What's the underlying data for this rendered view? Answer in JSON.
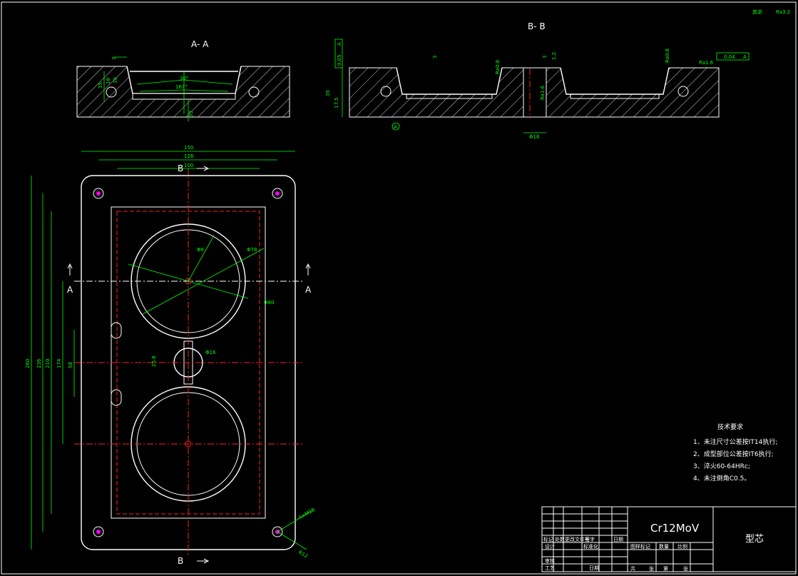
{
  "section_labels": {
    "a_a_title": "A- A",
    "b_b_title": "B- B",
    "a_left": "A",
    "a_right": "A",
    "b_top": "B",
    "b_bottom": "B"
  },
  "roughness": {
    "others_text": "其余",
    "others_value": "Ra3.2",
    "ra0_8_top": "Ra0.8",
    "ra1_6_side": "Ra1.6",
    "ra1_6_right": "Ra1.6",
    "ra0_8_left": "Ra0.8",
    "ra1_6_hole": "Ra1.6"
  },
  "tolerance": {
    "flatness": "0.05",
    "flatness_datum": "A",
    "parallel": "0.04",
    "parallel_datum": "A",
    "datum_label": "A"
  },
  "dims_aa": {
    "d3": "3",
    "d30deg": "30°",
    "d167deg": "167°",
    "d35": "35",
    "d18": "18",
    "d30": "30",
    "d33": "33"
  },
  "dims_bb": {
    "d3a": "3",
    "d35": "35",
    "d17_5": "17.5",
    "d3b": "3",
    "d1_2": "1.2",
    "phi16": "Φ16"
  },
  "dims_plan": {
    "w150": "150",
    "w126": "126",
    "w100": "100",
    "h260": "260",
    "h236": "236",
    "h210": "210",
    "h174": "174",
    "h58": "58",
    "d25_8": "25.8",
    "phi16": "Φ16",
    "phi8": "Φ8",
    "phi78": "Φ78",
    "phi80": "Φ80",
    "chamfer": "4×M10",
    "radius": "R12"
  },
  "tech_notes": {
    "title": "技术要求",
    "items": [
      "1、未注尺寸公差按IT14执行;",
      "2、成型部位公差按IT6执行;",
      "3、淬火60-64HRc;",
      "4、未注倒角C0.5。"
    ]
  },
  "title_block": {
    "material": "Cr12MoV",
    "part_name": "型芯",
    "headers": [
      "标记",
      "处数",
      "更改文件号",
      "签字",
      "日期"
    ],
    "roles": [
      "设计",
      "标准化",
      "审核",
      "工艺",
      "日期"
    ],
    "stage_headers": [
      "图样标记",
      "数量",
      "比例"
    ],
    "sheet_labels": [
      "共",
      "张",
      "第",
      "张"
    ]
  }
}
